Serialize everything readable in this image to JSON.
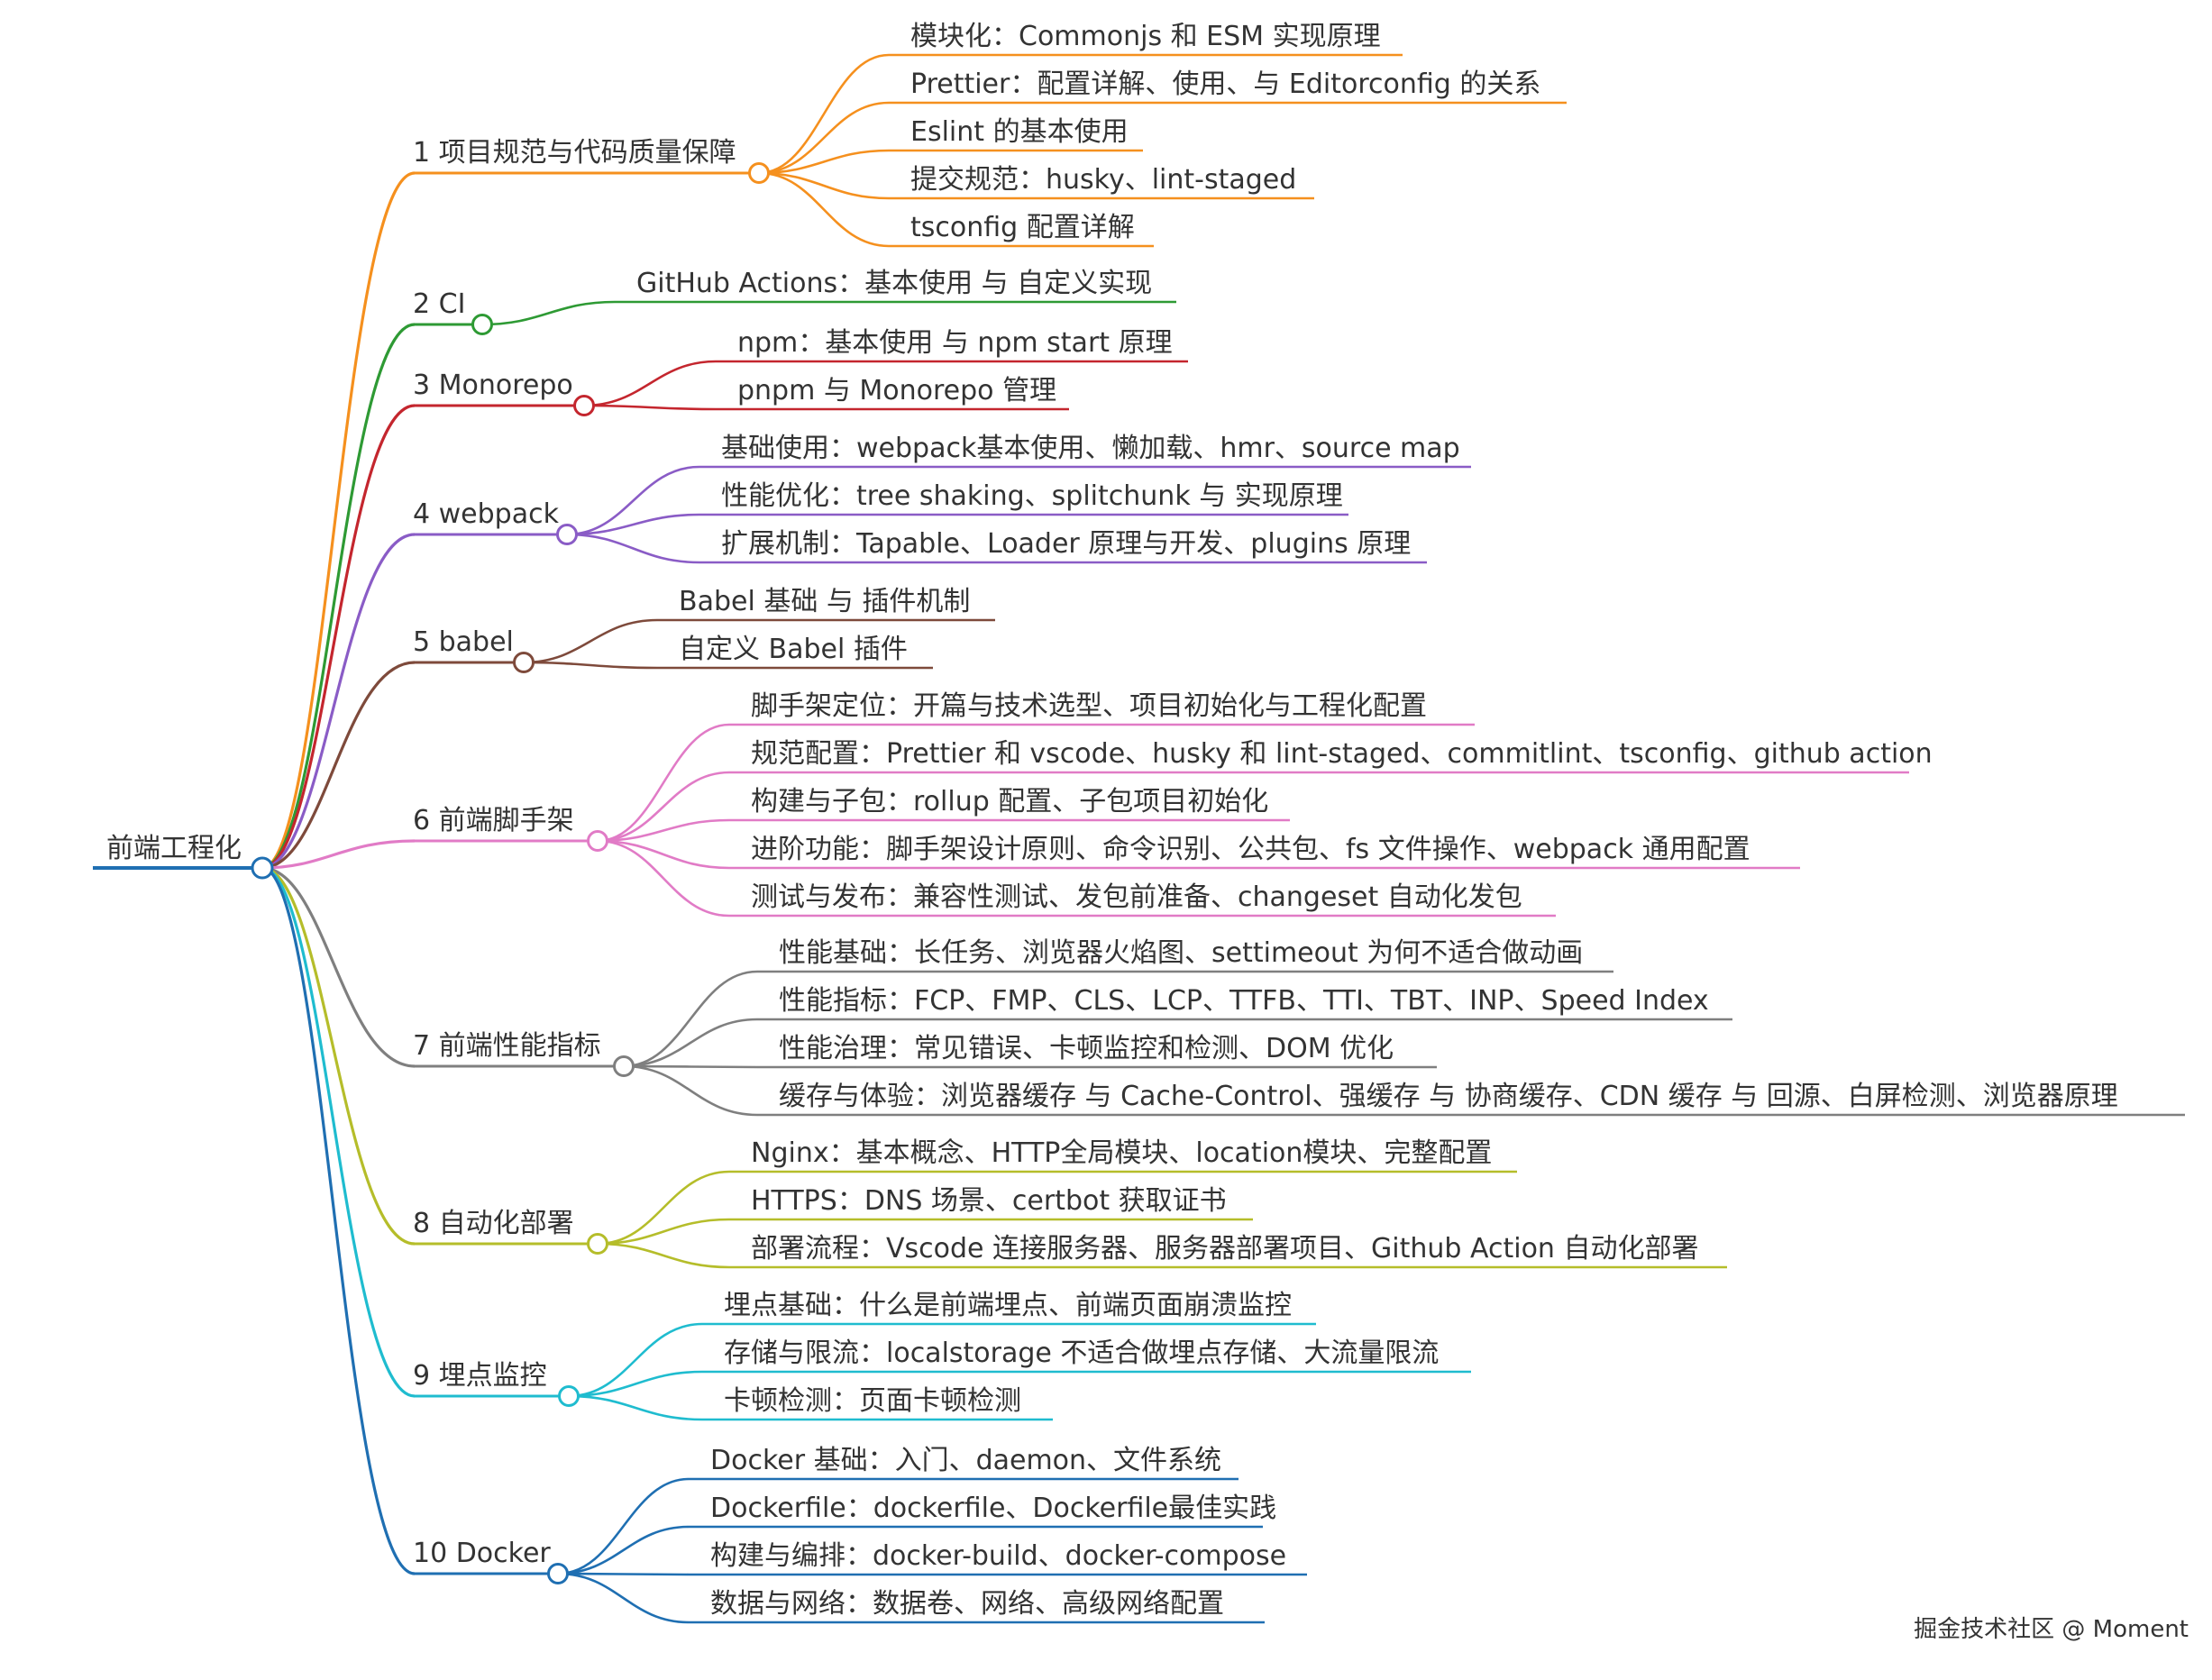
{
  "root": {
    "label": "前端工程化",
    "color": "#1f6fb2"
  },
  "branches": [
    {
      "label": "1 项目规范与代码质量保障",
      "color": "#f5901e",
      "children": [
        "模块化：Commonjs 和 ESM 实现原理",
        "Prettier：配置详解、使用、与 Editorconfig 的关系",
        "Eslint 的基本使用",
        "提交规范：husky、lint-staged",
        "tsconfig 配置详解"
      ]
    },
    {
      "label": "2 CI",
      "color": "#2e9a34",
      "children": [
        "GitHub Actions：基本使用 与 自定义实现"
      ]
    },
    {
      "label": "3 Monorepo",
      "color": "#c4262e",
      "children": [
        "npm：基本使用 与 npm start 原理",
        "pnpm 与 Monorepo 管理"
      ]
    },
    {
      "label": "4 webpack",
      "color": "#8a5cc6",
      "children": [
        "基础使用：webpack基本使用、懒加载、hmr、source map",
        "性能优化：tree shaking、splitchunk 与 实现原理",
        "扩展机制：Tapable、Loader 原理与开发、plugins 原理"
      ]
    },
    {
      "label": "5 babel",
      "color": "#7e4a3b",
      "children": [
        "Babel 基础 与 插件机制",
        "自定义 Babel 插件"
      ]
    },
    {
      "label": "6 前端脚手架",
      "color": "#e17bc6",
      "children": [
        "脚手架定位：开篇与技术选型、项目初始化与工程化配置",
        "规范配置：Prettier 和 vscode、husky 和 lint-staged、commitlint、tsconfig、github action",
        "构建与子包：rollup 配置、子包项目初始化",
        "进阶功能：脚手架设计原则、命令识别、公共包、fs 文件操作、webpack 通用配置",
        "测试与发布：兼容性测试、发包前准备、changeset 自动化发包"
      ]
    },
    {
      "label": "7 前端性能指标",
      "color": "#7f7f7f",
      "children": [
        "性能基础：长任务、浏览器火焰图、settimeout 为何不适合做动画",
        "性能指标：FCP、FMP、CLS、LCP、TTFB、TTI、TBT、INP、Speed Index",
        "性能治理：常见错误、卡顿监控和检测、DOM 优化",
        "缓存与体验：浏览器缓存 与 Cache-Control、强缓存 与 协商缓存、CDN 缓存 与 回源、白屏检测、浏览器原理"
      ]
    },
    {
      "label": "8 自动化部署",
      "color": "#b5bd2a",
      "children": [
        "Nginx：基本概念、HTTP全局模块、location模块、完整配置",
        "HTTPS：DNS 场景、certbot 获取证书",
        "部署流程：Vscode 连接服务器、服务器部署项目、Github Action 自动化部署"
      ]
    },
    {
      "label": "9 埋点监控",
      "color": "#1fbccf",
      "children": [
        "埋点基础：什么是前端埋点、前端页面崩溃监控",
        "存储与限流：localstorage 不适合做埋点存储、大流量限流",
        "卡顿检测：页面卡顿检测"
      ]
    },
    {
      "label": "10 Docker",
      "color": "#1f6fb2",
      "children": [
        "Docker 基础：入门、daemon、文件系统",
        "Dockerfile：dockerfile、Dockerfile最佳实践",
        "构建与编排：docker-build、docker-compose",
        "数据与网络：数据卷、网络、高级网络配置"
      ]
    }
  ],
  "watermark": "掘金技术社区 @ Moment"
}
